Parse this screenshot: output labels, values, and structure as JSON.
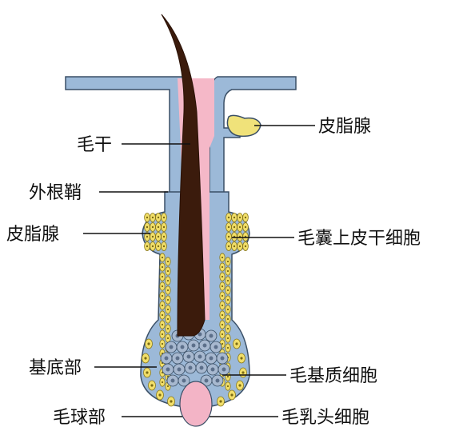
{
  "labels": {
    "hair_shaft": "毛干",
    "outer_root_sheath": "外根鞘",
    "sebaceous_gland_left": "皮脂腺",
    "sebaceous_gland_right": "皮脂腺",
    "bulge_stem_cells": "毛囊上皮干细胞",
    "basal_part": "基底部",
    "matrix_cells": "毛基质细胞",
    "hair_bulb": "毛球部",
    "dermal_papilla_cells": "毛乳头细胞"
  },
  "colors": {
    "epidermis": "#9cb9d8",
    "outline": "#3a4f66",
    "inner_sheath": "#f5b8c8",
    "hair_shaft": "#3b1b0c",
    "gland": "#f0e27a",
    "cell_fill": "#f2df6a",
    "cell_stroke": "#8a7a1e",
    "matrix_cell": "#a7b8cf",
    "papilla": "#f3b4c6"
  }
}
